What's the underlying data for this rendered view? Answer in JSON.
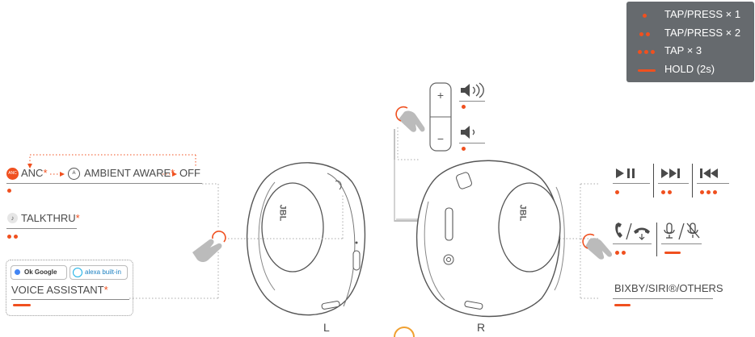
{
  "legend": {
    "items": [
      {
        "symbol": "one-dot",
        "label": "TAP/PRESS × 1"
      },
      {
        "symbol": "two-dots",
        "label": "TAP/PRESS × 2"
      },
      {
        "symbol": "three-dots",
        "label": "TAP × 3"
      },
      {
        "symbol": "dash",
        "label": "HOLD (2s)"
      }
    ]
  },
  "left": {
    "anc_icon_text": "ANC",
    "anc_label": "ANC",
    "ambient_icon_text": "",
    "ambient_label": "AMBIENT AWARE",
    "off_label": "OFF",
    "asterisk": "*",
    "talkthru_label": "TALKTHRU",
    "ok_google": "Ok Google",
    "alexa": "alexa built-in",
    "voice_assistant_label": "VOICE ASSISTANT"
  },
  "right": {
    "bixby_label": "BIXBY/SIRI®/OTHERS"
  },
  "earcups": {
    "left_label": "L",
    "right_label": "R",
    "brand": "JBL"
  },
  "colors": {
    "accent": "#f0501f",
    "legend_bg": "#666a6e",
    "text": "#4a4a4a"
  }
}
